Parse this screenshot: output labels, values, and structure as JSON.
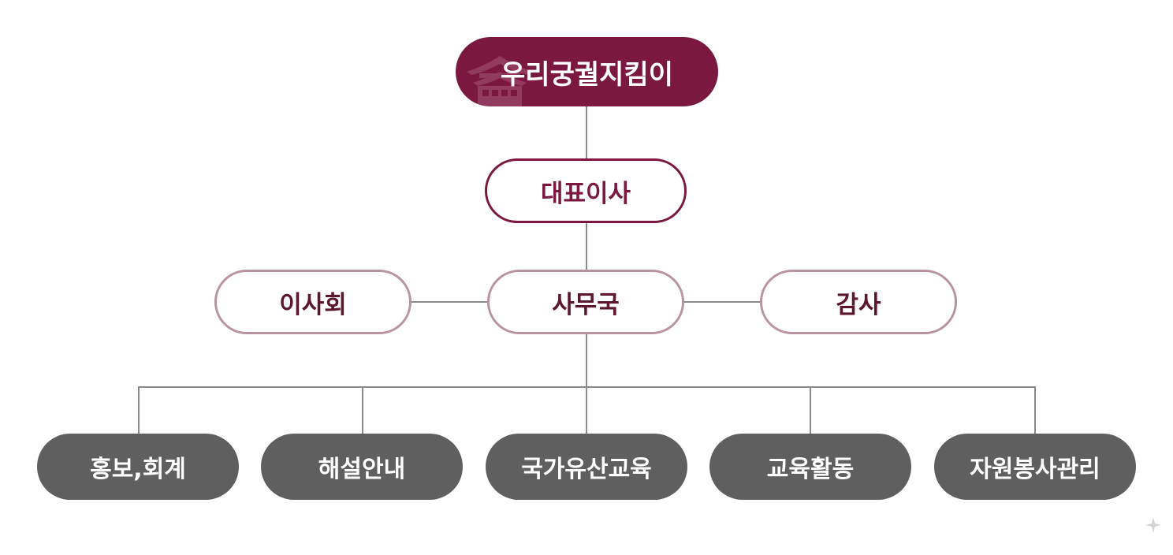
{
  "org_chart": {
    "root": {
      "label": "우리궁궐지킴이",
      "icon": "palace-icon",
      "color": "#7b1840"
    },
    "director": {
      "label": "대표이사",
      "border_color": "#7b1840"
    },
    "side_units": [
      {
        "label": "이사회"
      },
      {
        "label": "사무국"
      },
      {
        "label": "감사"
      }
    ],
    "departments": [
      {
        "label": "홍보,회계"
      },
      {
        "label": "해설안내"
      },
      {
        "label": "국가유산교육"
      },
      {
        "label": "교육활동"
      },
      {
        "label": "자원봉사관리"
      }
    ],
    "department_color": "#5f5f5f",
    "connector_color": "#8a8a8a"
  }
}
